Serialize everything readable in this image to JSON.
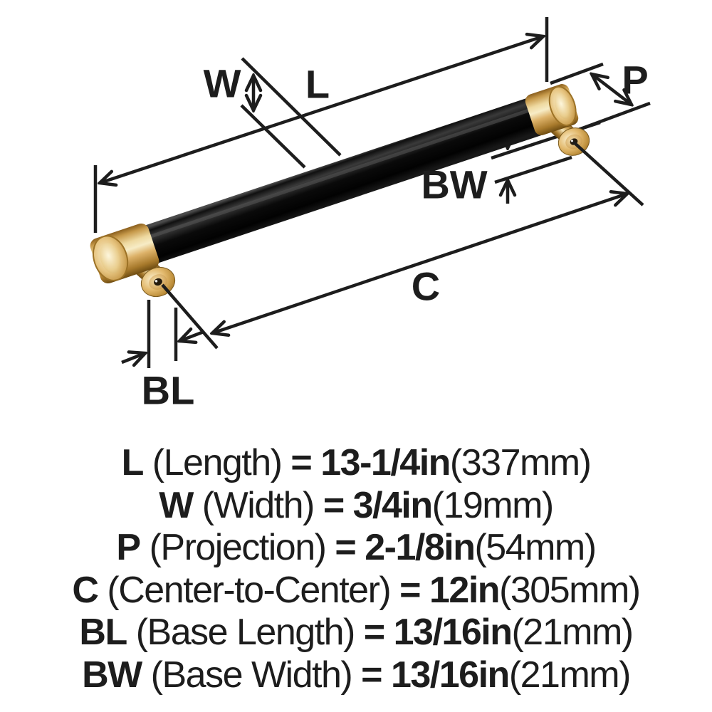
{
  "colors": {
    "background": "#ffffff",
    "line_and_text": "#1d1d1d",
    "bar_black": "#0c0c0c",
    "brass_light": "#f7ecc6",
    "brass_mid": "#d2a55a",
    "brass_dark": "#8a5f1f"
  },
  "diagram": {
    "labels": {
      "width": "W",
      "length": "L",
      "projection": "P",
      "base_width": "BW",
      "center_to_center": "C",
      "base_length": "BL"
    }
  },
  "specs": [
    {
      "label": "L",
      "name": "(Length)",
      "equals": "=",
      "imperial": "13-1/4in",
      "metric": "(337mm)"
    },
    {
      "label": "W",
      "name": "(Width)",
      "equals": "=",
      "imperial": "3/4in",
      "metric": "(19mm)"
    },
    {
      "label": "P",
      "name": "(Projection)",
      "equals": "=",
      "imperial": "2-1/8in",
      "metric": "(54mm)"
    },
    {
      "label": "C",
      "name": "(Center-to-Center)",
      "equals": "=",
      "imperial": "12in",
      "metric": "(305mm)"
    },
    {
      "label": "BL",
      "name": "(Base Length)",
      "equals": "=",
      "imperial": "13/16in",
      "metric": "(21mm)"
    },
    {
      "label": "BW",
      "name": "(Base Width)",
      "equals": "=",
      "imperial": "13/16in",
      "metric": "(21mm)"
    }
  ]
}
